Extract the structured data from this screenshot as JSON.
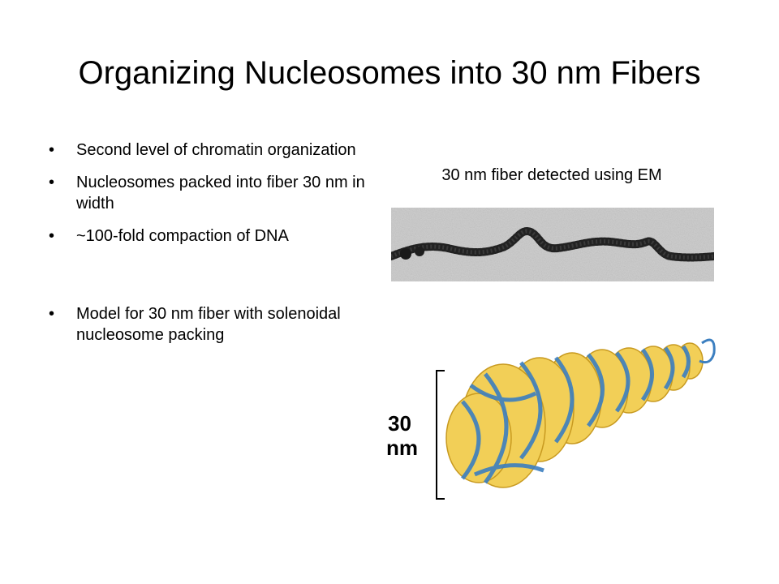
{
  "slide": {
    "title": "Organizing Nucleosomes into 30 nm Fibers",
    "bullets": [
      "Second level of chromatin organization",
      "Nucleosomes packed into fiber 30 nm in width",
      "~100-fold compaction of DNA",
      "Model for 30 nm fiber with solenoidal nucleosome packing"
    ],
    "em_caption": "30 nm fiber detected using EM",
    "scale_value": "30",
    "scale_unit": "nm"
  }
}
